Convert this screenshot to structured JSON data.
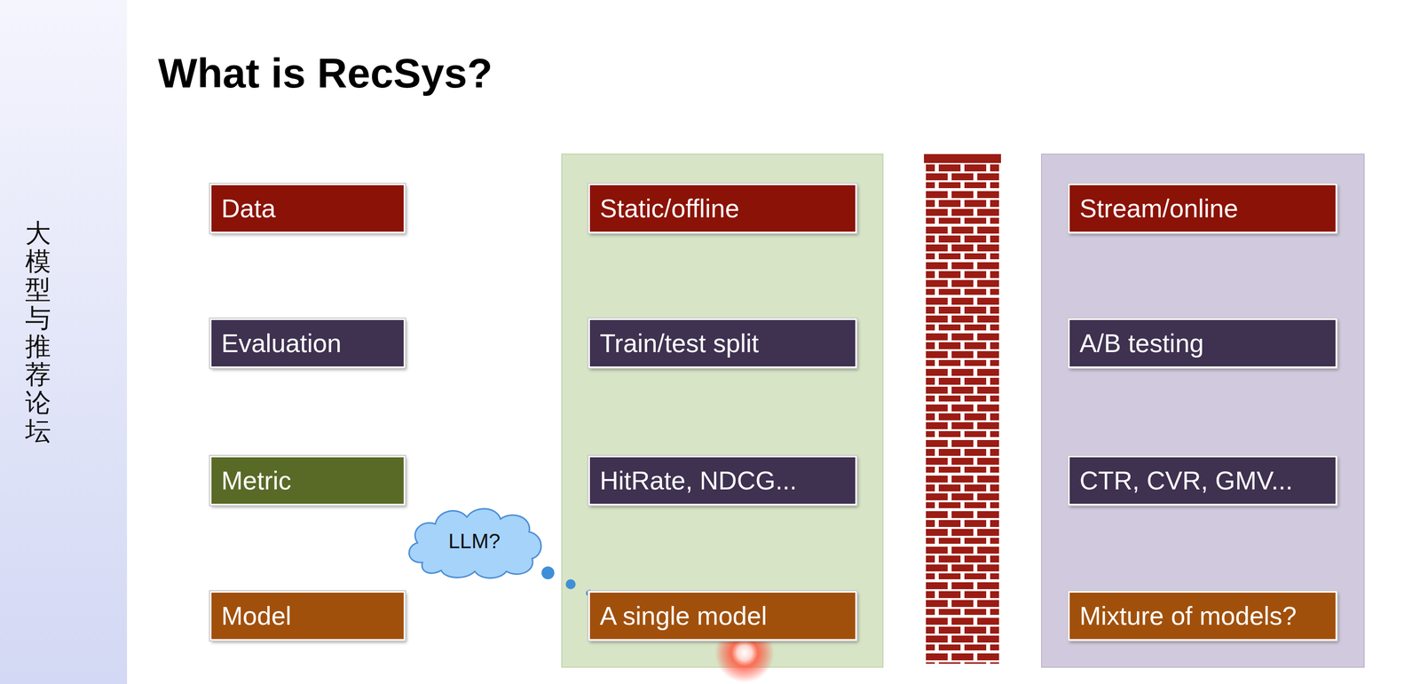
{
  "diagram": {
    "title": "What is RecSys?",
    "nodes": [
      {
        "text": [
          "Data"
        ]
      },
      {
        "text": [
          "Static/offline"
        ]
      },
      {
        "text": [
          "Stream/online"
        ]
      },
      {
        "text": [
          "Evaluation"
        ]
      },
      {
        "text": [
          "Train/test split"
        ]
      },
      {
        "text": [
          "A/B testing"
        ]
      },
      {
        "text": [
          "Metric"
        ]
      },
      {
        "text": [
          "HitRate, NDCG..."
        ]
      },
      {
        "text": [
          "CTR, CVR, GMV..."
        ]
      },
      {
        "text": [
          "LLM?"
        ]
      },
      {
        "text": [
          "Model"
        ]
      },
      {
        "text": [
          "A single model"
        ]
      },
      {
        "text": [
          "Mixture of models?"
        ]
      }
    ],
    "labels": [
      "大模型与推荐 论坛"
    ]
  }
}
